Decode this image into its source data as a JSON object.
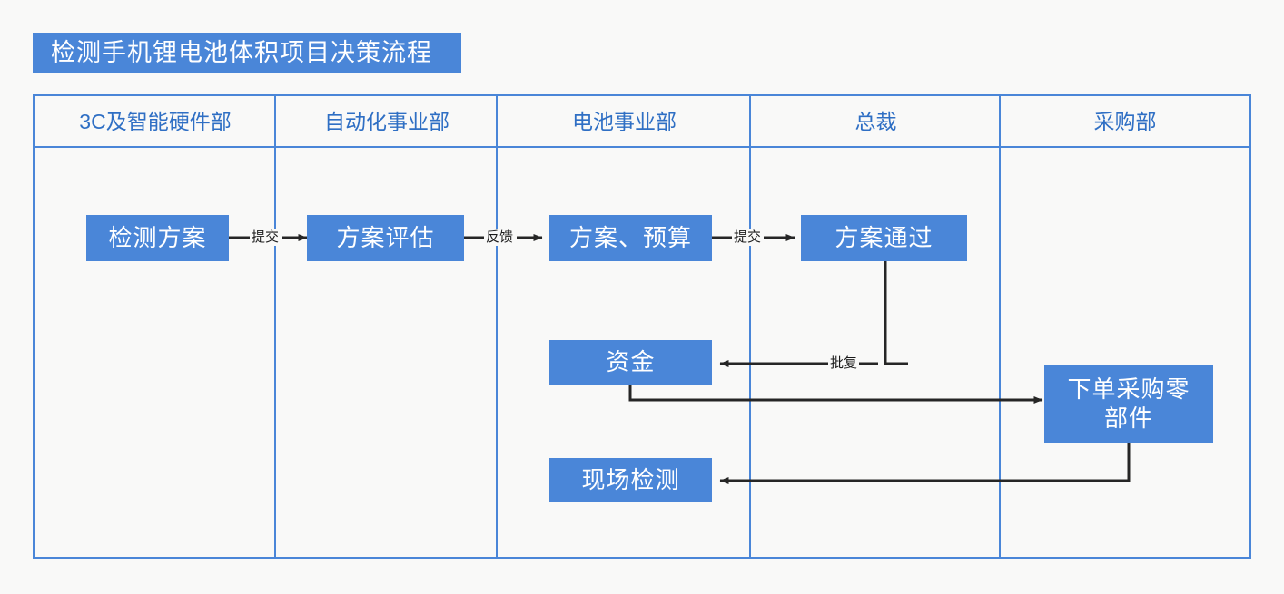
{
  "title": {
    "text": "检测手机锂电池体积项目决策流程",
    "background_color": "#4a86d8",
    "text_color": "#ffffff"
  },
  "theme": {
    "accent_color": "#4a86d8",
    "header_text_color": "#2f6fc4",
    "page_background": "#f9f9f8",
    "connector_color": "#262626",
    "node_text_color": "#ffffff"
  },
  "lanes": [
    {
      "label": "3C及智能硬件部"
    },
    {
      "label": "自动化事业部"
    },
    {
      "label": "电池事业部"
    },
    {
      "label": "总裁"
    },
    {
      "label": "采购部"
    }
  ],
  "nodes": [
    {
      "id": "detect-plan",
      "label": "检测方案",
      "lane": "3C及智能硬件部"
    },
    {
      "id": "plan-review",
      "label": "方案评估",
      "lane": "自动化事业部"
    },
    {
      "id": "plan-budget",
      "label": "方案、预算",
      "lane": "电池事业部"
    },
    {
      "id": "plan-approved",
      "label": "方案通过",
      "lane": "总裁"
    },
    {
      "id": "funds",
      "label": "资金",
      "lane": "电池事业部"
    },
    {
      "id": "order-parts",
      "label": "下单采购零部件",
      "lane": "采购部"
    },
    {
      "id": "onsite-test",
      "label": "现场检测",
      "lane": "电池事业部"
    }
  ],
  "edges": [
    {
      "from": "detect-plan",
      "to": "plan-review",
      "label": "提交"
    },
    {
      "from": "plan-review",
      "to": "plan-budget",
      "label": "反馈"
    },
    {
      "from": "plan-budget",
      "to": "plan-approved",
      "label": "提交"
    },
    {
      "from": "plan-approved",
      "to": "funds",
      "label": "批复"
    },
    {
      "from": "funds",
      "to": "order-parts",
      "label": ""
    },
    {
      "from": "order-parts",
      "to": "onsite-test",
      "label": ""
    }
  ]
}
